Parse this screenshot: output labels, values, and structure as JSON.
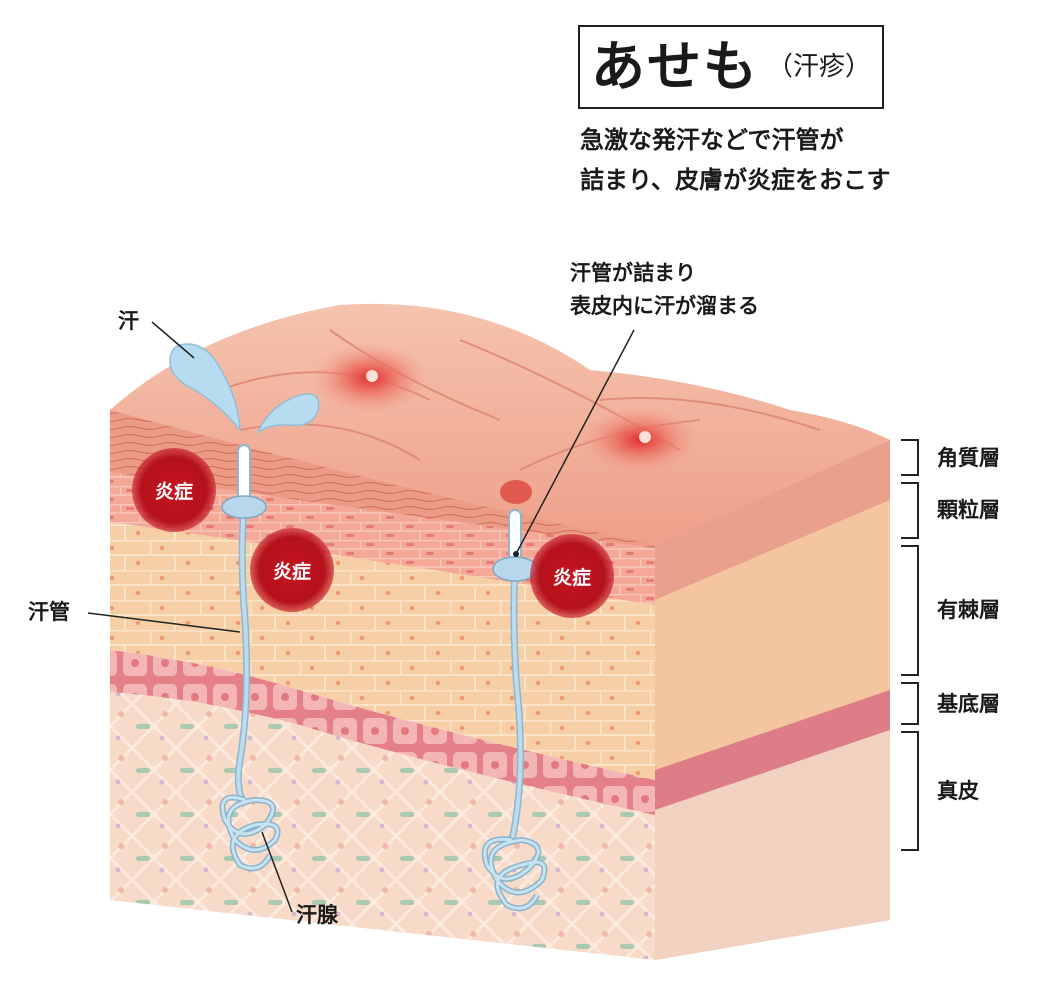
{
  "header": {
    "title": "あせも",
    "subtitle": "（汗疹）",
    "description_lines": [
      "急激な発汗などで汗管が",
      "詰まり、皮膚が炎症をおこす"
    ]
  },
  "callouts": {
    "sweat": "汗",
    "sweat_duct": "汗管",
    "sweat_gland": "汗腺",
    "blocked_line1": "汗管が詰まり",
    "blocked_line2": "表皮内に汗が溜まる",
    "inflammation": "炎症"
  },
  "layers": [
    {
      "label": "角質層"
    },
    {
      "label": "顆粒層"
    },
    {
      "label": "有棘層"
    },
    {
      "label": "基底層"
    },
    {
      "label": "真皮"
    }
  ],
  "colors": {
    "skin_top": "#f2b5a0",
    "skin_dark": "#e58f7a",
    "granular": "#f0a99a",
    "spinous": "#f7cfa8",
    "basal": "#e98a92",
    "dermis": "#f7d9c7",
    "inflammation": "#c4141f",
    "duct": "#a9cde3",
    "sweat": "#b7dcef",
    "text": "#1a1a1a"
  }
}
